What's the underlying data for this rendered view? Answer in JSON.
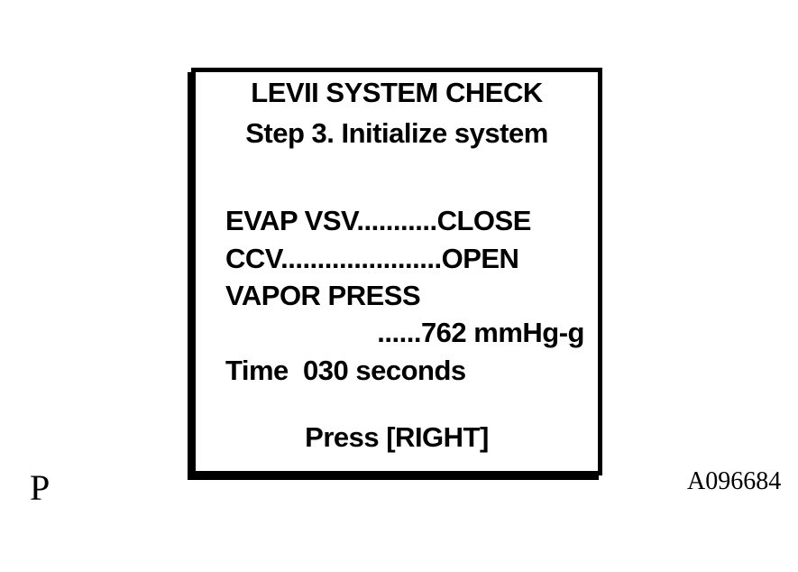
{
  "page": {
    "background_color": "#ffffff",
    "foreground_color": "#000000",
    "page_label": "P",
    "figure_code": "A096684"
  },
  "screen": {
    "title": "LEVII SYSTEM CHECK",
    "step": "Step 3. Initialize system",
    "lines": [
      {
        "name": "evap-vsv",
        "text": "EVAP VSV...........CLOSE"
      },
      {
        "name": "ccv",
        "text": "CCV......................OPEN"
      },
      {
        "name": "vapor-press",
        "text": "VAPOR PRESS"
      },
      {
        "name": "vapor-press-value",
        "text": "......762 mmHg-g"
      },
      {
        "name": "time",
        "text": "Time  030 seconds"
      }
    ],
    "prompt": "Press [RIGHT]",
    "readings": {
      "evap_vsv": "CLOSE",
      "ccv": "OPEN",
      "vapor_press": "762 mmHg-g",
      "time_seconds": "030"
    }
  }
}
